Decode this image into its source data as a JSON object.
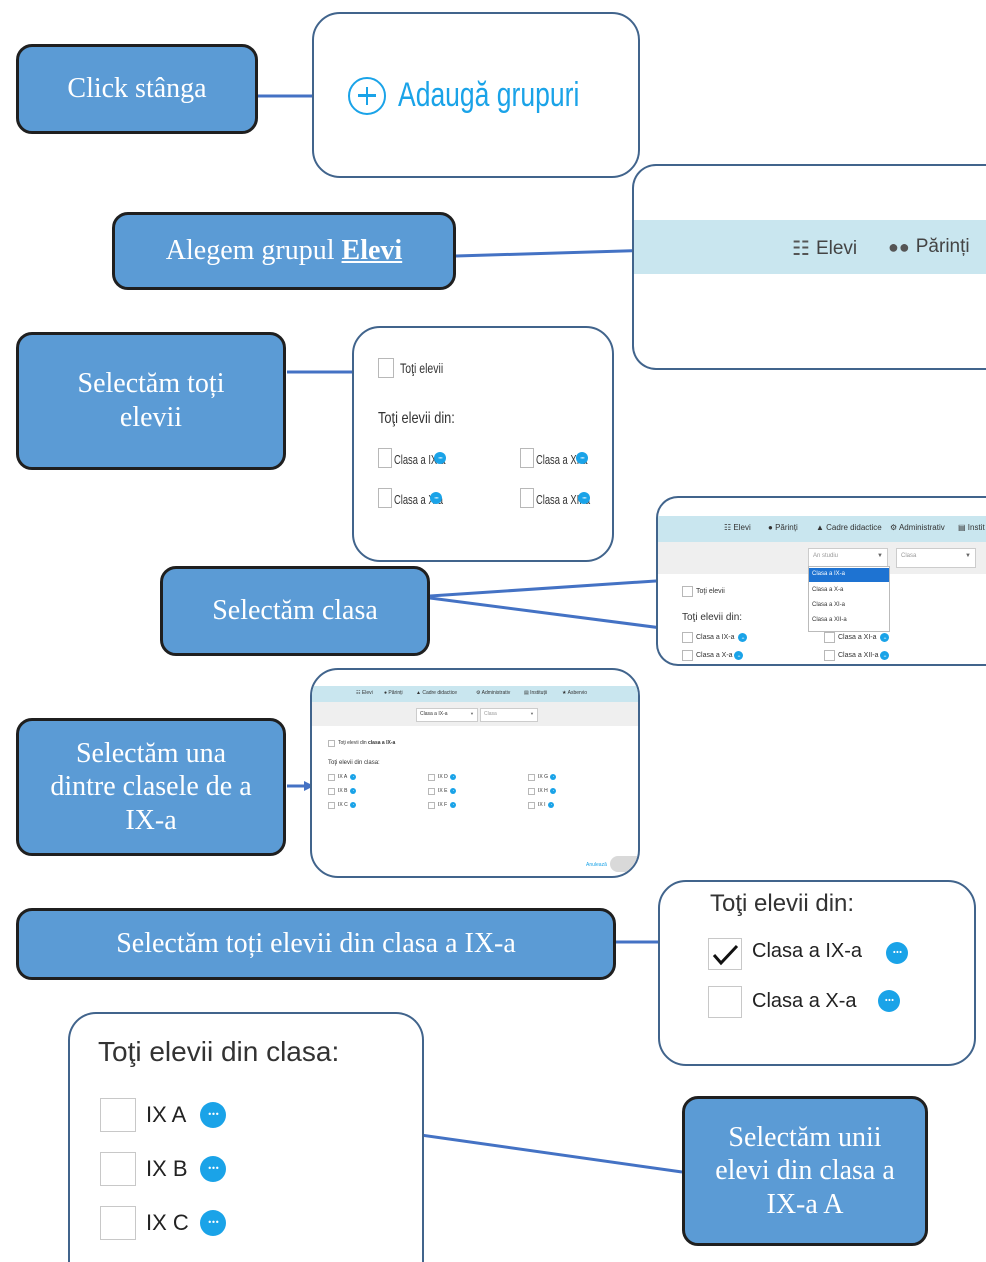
{
  "callouts": {
    "c1": "Click stânga",
    "c2_prefix": "Alegem grupul ",
    "c2_bold": "Elevi",
    "c3": "Selectăm toți elevii",
    "c4": "Selectăm clasa",
    "c5": "Selectăm una dintre clasele de a IX-a",
    "c6": "Selectăm toți elevii din clasa a IX-a",
    "c7": "Selectăm unii elevi din clasa a IX-a A"
  },
  "panel1": {
    "button_label": "Adaugă grupuri"
  },
  "panel2": {
    "tab_elevi": "Elevi",
    "tab_parinti": "Părinți"
  },
  "panel3": {
    "toti_elevii": "Toţi elevii",
    "toti_din": "Toţi elevii din:",
    "classes": [
      "Clasa a IX-a",
      "Clasa a XI-a",
      "Clasa a X-a",
      "Clasa a XII-a"
    ]
  },
  "panel4": {
    "tabs": [
      "Elevi",
      "Părinți",
      "Cadre didactice",
      "Administrativ",
      "Instit"
    ],
    "select_study": "An studiu",
    "select_class": "Clasa",
    "dropdown_options": [
      "Clasa a IX-a",
      "Clasa a X-a",
      "Clasa a XI-a",
      "Clasa a XII-a"
    ],
    "toti_elevii": "Toţi elevii",
    "toti_din": "Toţi elevii din:",
    "classes": [
      "Clasa a IX-a",
      "Clasa a XI-a",
      "Clasa a X-a",
      "Clasa a XII-a"
    ]
  },
  "panel5": {
    "tabs": [
      "Elevi",
      "Părinți",
      "Cadre didactice",
      "Administrativ",
      "Instituții",
      "Asbervio"
    ],
    "select_study": "Clasa a IX-a",
    "select_class": "Clasa",
    "toti_prefix": "Toţi elevii din ",
    "toti_bold": "clasa a IX-a",
    "toti_din_clasa": "Toţi elevii din clasa:",
    "classes": [
      "IX A",
      "IX D",
      "IX G",
      "IX B",
      "IX E",
      "IX H",
      "IX C",
      "IX F",
      "IX I"
    ],
    "cancel": "Anulează"
  },
  "panel6": {
    "title": "Toţi elevii din:",
    "items": [
      "Clasa a IX-a",
      "Clasa a X-a"
    ]
  },
  "panel7": {
    "title": "Toţi elevii din clasa:",
    "items": [
      "IX A",
      "IX B",
      "IX C"
    ]
  },
  "colors": {
    "callout_fill": "#5b9bd5",
    "accent_blue": "#1aa3e8",
    "arrow": "#4472c4",
    "tab_bar": "#c9e6ef"
  }
}
